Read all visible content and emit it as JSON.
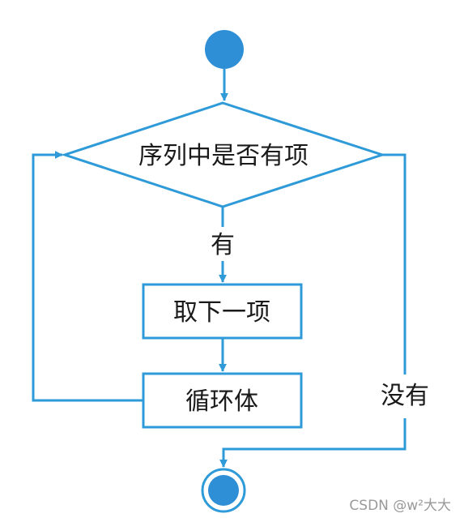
{
  "flowchart": {
    "decision": "序列中是否有项",
    "step_take": "取下一项",
    "step_loop": "循环体",
    "edge_yes": "有",
    "edge_no": "没有"
  },
  "watermark": "CSDN @w²大大",
  "colors": {
    "line": "#2e9ad8",
    "node_fill": "#2e8fd6",
    "text": "#1a1a1a"
  }
}
